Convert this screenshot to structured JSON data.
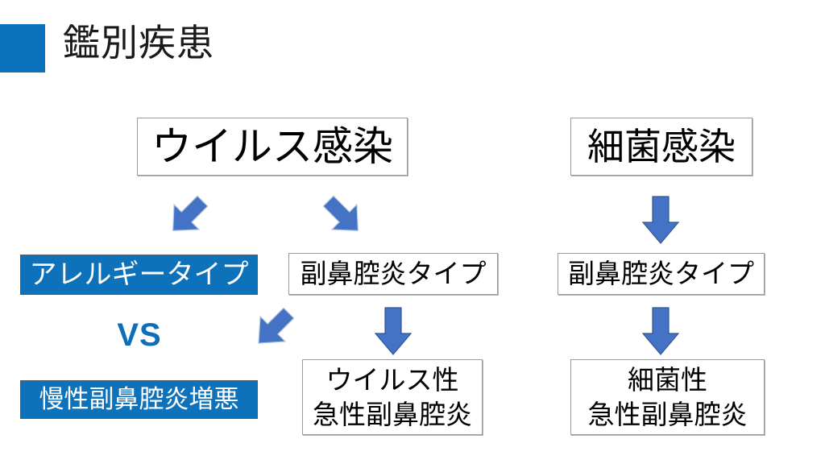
{
  "slide": {
    "title": "鑑別疾患",
    "background_color": "#FFFFFF",
    "accent_color": "#0A72BC",
    "arrow_color": "#4472C4",
    "blue_box_color": "#0D72BA",
    "vs_color": "#0D6FB8"
  },
  "nodes": {
    "virus_infection": "ウイルス感染",
    "bacterial_infection": "細菌感染",
    "allergy_type": "アレルギータイプ",
    "sinusitis_type_mid": "副鼻腔炎タイプ",
    "sinusitis_type_right": "副鼻腔炎タイプ",
    "chronic_sinusitis_exacerbation": "慢性副鼻腔炎増悪",
    "viral_acute_sinusitis": "ウイルス性\n急性副鼻腔炎",
    "bacterial_acute_sinusitis": "細菌性\n急性副鼻腔炎",
    "vs_label": "VS"
  },
  "arrows": [
    {
      "name": "virus-to-allergy",
      "direction": "down-left"
    },
    {
      "name": "virus-to-sinusitis",
      "direction": "down-right"
    },
    {
      "name": "sinusitis-to-chronic",
      "direction": "down-left"
    },
    {
      "name": "bacteria-to-sinusitis",
      "direction": "down"
    },
    {
      "name": "mid-sinusitis-to-viral",
      "direction": "down"
    },
    {
      "name": "right-sinusitis-to-bacterial",
      "direction": "down"
    }
  ]
}
